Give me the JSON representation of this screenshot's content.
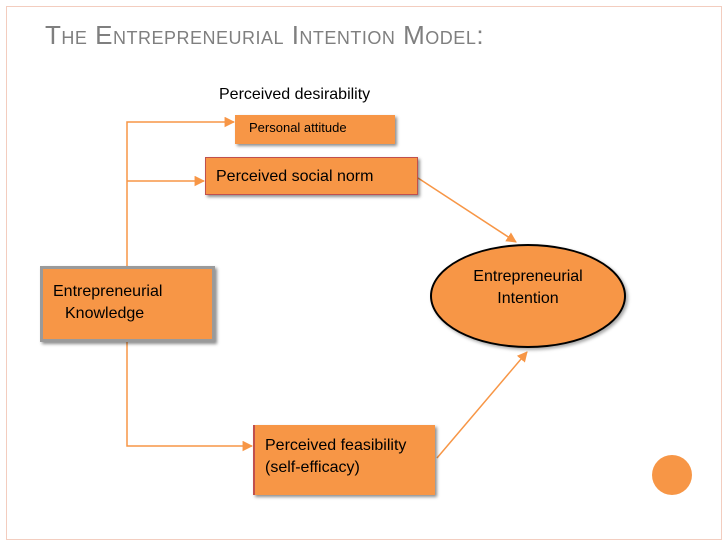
{
  "slide": {
    "title": "The Entrepreneurial Intention Model:"
  },
  "diagram": {
    "desirability_label": "Perceived desirability",
    "personal_attitude": "Personal attitude",
    "social_norm": "Perceived social norm",
    "knowledge": {
      "line1": "Entrepreneurial",
      "line2": "Knowledge"
    },
    "intention": {
      "line1": "Entrepreneurial",
      "line2": "Intention"
    },
    "feasibility": {
      "line1": "Perceived feasibility",
      "line2": "(self-efficacy)"
    }
  },
  "colors": {
    "box_fill": "#f79646",
    "connector": "#f79646",
    "title_text": "#7f7f7f",
    "frame_border": "#f3cdbf"
  }
}
